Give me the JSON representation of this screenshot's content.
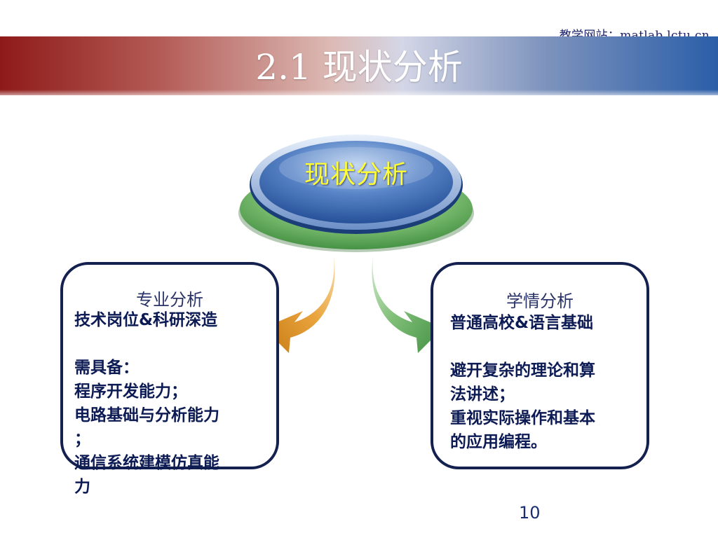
{
  "header": {
    "site_link": "教学网站：matlab.lctu.cn",
    "title": "2.1 现状分析"
  },
  "hub": {
    "label": "现状分析"
  },
  "left_card": {
    "heading": "专业分析",
    "lines": [
      "技术岗位&科研深造",
      "",
      "需具备：",
      "程序开发能力；",
      "电路基础与分析能力",
      "；",
      "通信系统建模仿真能",
      "力"
    ]
  },
  "right_card": {
    "heading": "学情分析",
    "lines": [
      "普通高校&语言基础",
      "",
      "避开复杂的理论和算",
      "法讲述；",
      "重视实际操作和基本",
      "的应用编程。"
    ]
  },
  "footer": {
    "page_number": "10"
  },
  "colors": {
    "card_border": "#14214f",
    "hub_blue": "#2f5da6",
    "hub_green": "#4e9d4e",
    "left_arrow": "#d98a1f",
    "right_arrow": "#4f9e50",
    "hub_text": "#ffff33"
  }
}
